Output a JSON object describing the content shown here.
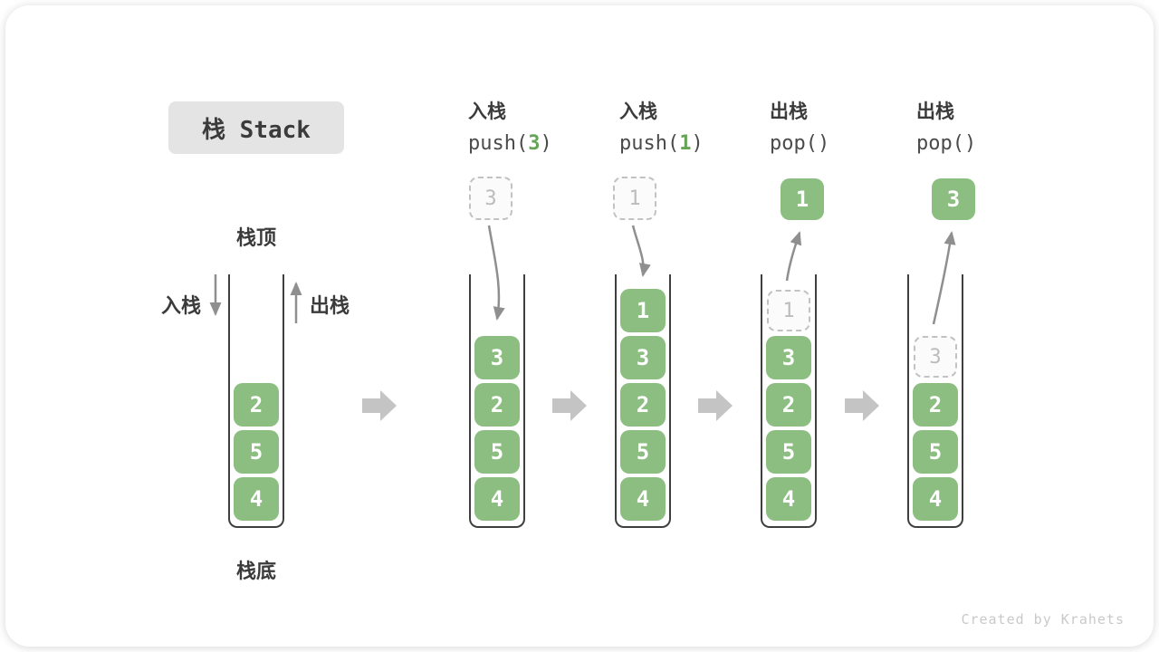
{
  "title": {
    "text": "栈 Stack"
  },
  "legend": {
    "stack_top": "栈顶",
    "stack_bottom": "栈底",
    "push_side": "入栈",
    "pop_side": "出栈"
  },
  "columns": [
    {
      "id": "initial",
      "cells": [
        "2",
        "5",
        "4"
      ]
    },
    {
      "op": {
        "name": "入栈",
        "fn": "push(",
        "arg": "3",
        "close": ")"
      },
      "incoming": "3",
      "cells": [
        "3",
        "2",
        "5",
        "4"
      ]
    },
    {
      "op": {
        "name": "入栈",
        "fn": "push(",
        "arg": "1",
        "close": ")"
      },
      "incoming": "1",
      "cells": [
        "1",
        "3",
        "2",
        "5",
        "4"
      ]
    },
    {
      "op": {
        "name": "出栈",
        "fn": "pop()",
        "arg": "",
        "close": ""
      },
      "popped": "1",
      "ghost": "1",
      "cells": [
        "3",
        "2",
        "5",
        "4"
      ]
    },
    {
      "op": {
        "name": "出栈",
        "fn": "pop()",
        "arg": "",
        "close": ""
      },
      "popped": "3",
      "ghost": "3",
      "cells": [
        "2",
        "5",
        "4"
      ]
    }
  ],
  "watermark": "Created by Krahets",
  "colors": {
    "cell_green": "#8cbe82",
    "arg_green": "#63a554",
    "arrow_gray": "#8f8f8f",
    "block_arrow": "#c4c4c4"
  }
}
